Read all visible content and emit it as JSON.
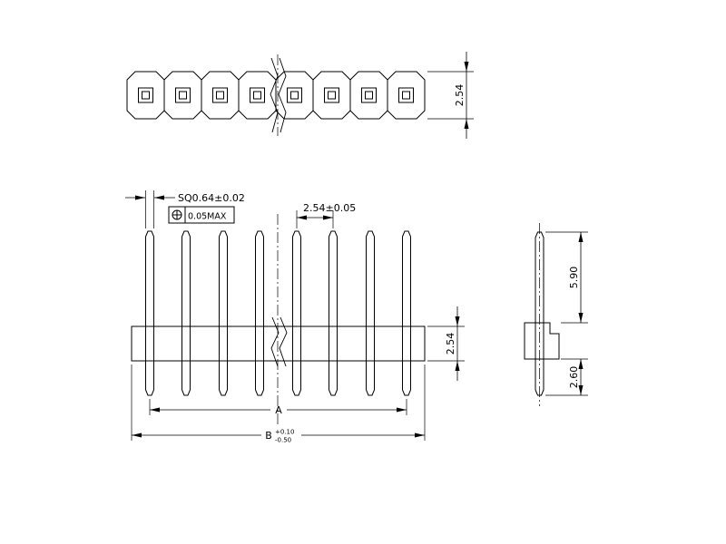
{
  "dimensions": {
    "top_view_height": "2.54",
    "pin_square_size": "SQ0.64±0.02",
    "position_tolerance": "0.05MAX",
    "pin_pitch": "2.54±0.05",
    "base_height": "2.54",
    "pin_span": "A",
    "overall_length": "B",
    "overall_length_tol_upper": "+0.10",
    "overall_length_tol_lower": "-0.50",
    "pin_length_above": "5.90",
    "pin_length_below": "2.60"
  },
  "icons": {
    "position_symbol": "true-position-icon"
  },
  "colors": {
    "line": "#000000",
    "background": "#ffffff"
  }
}
